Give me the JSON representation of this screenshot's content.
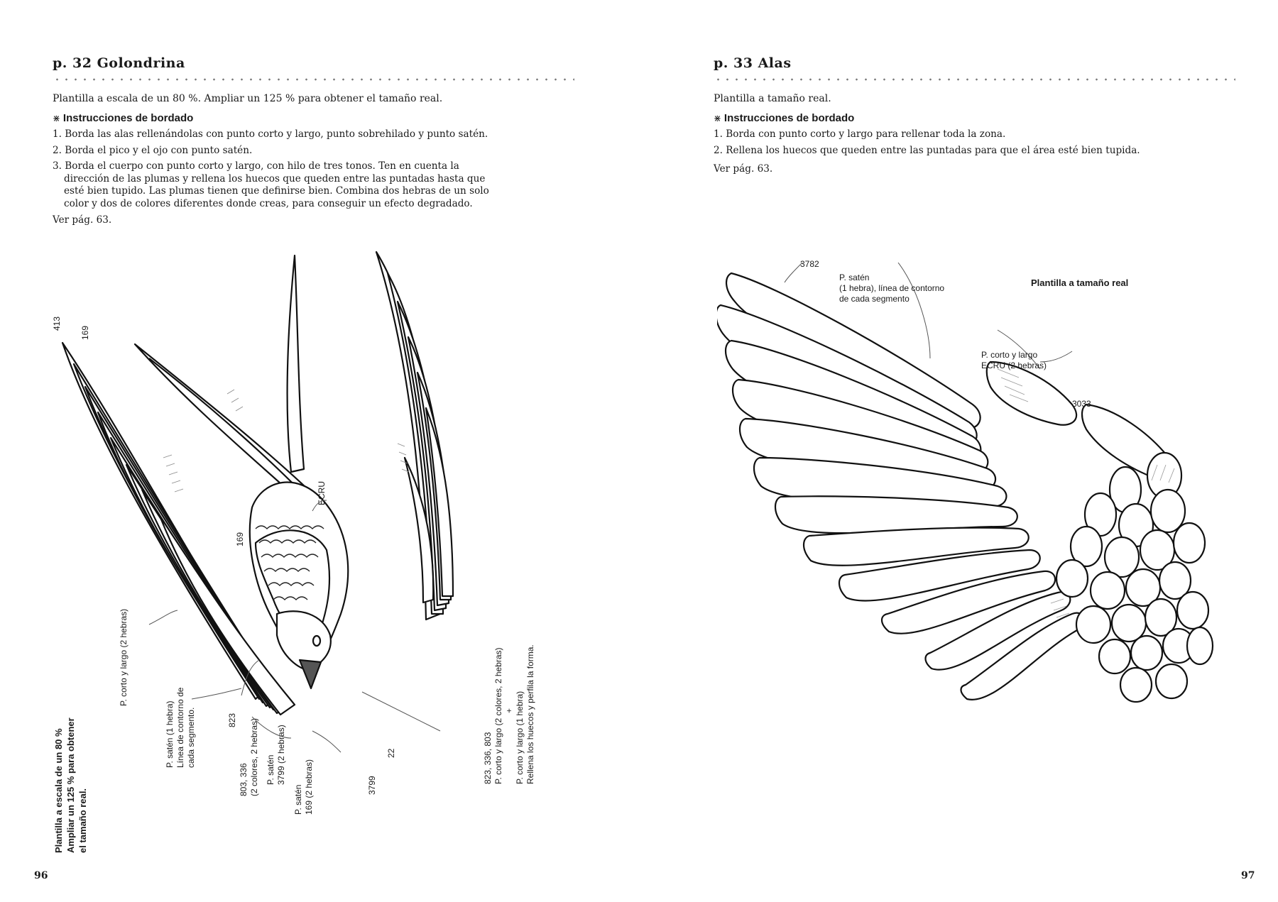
{
  "left": {
    "title": "p. 32  Golondrina",
    "intro": "Plantilla a escala de un 80 %. Ampliar un 125 % para obtener el tamaño real.",
    "instructions_heading": "Instrucciones de bordado",
    "steps": [
      "1. Borda las alas rellenándolas con punto corto y largo, punto sobrehilado y punto satén.",
      "2. Borda el pico y el ojo con punto satén.",
      "3. Borda el cuerpo con punto corto y largo, con hilo de tres tonos. Ten en cuenta la dirección de las plumas y rellena los huecos que queden entre las puntadas hasta que esté bien tupido. Las plumas tienen que definirse bien. Combina dos hebras de un solo color y dos de colores diferentes donde creas, para conseguir un efecto degradado."
    ],
    "see": "Ver pág. 63.",
    "page_number": "96",
    "labels": {
      "c413": "413",
      "c169_top": "169",
      "ecru": "ECRU",
      "c169_mid": "169",
      "corto_largo": "P. corto y largo (2 hebras)",
      "saten_line1": "P. satén (1 hebra)",
      "saten_line2": "Línea de contorno de",
      "saten_line3": "cada segmento.",
      "c823": "823",
      "mix_line1": "803, 336",
      "mix_line2": "(2 colores, 2 hebras)",
      "saten3799_line1": "P. satén",
      "saten3799_line2": "3799 (2 hebras)",
      "saten169_line1": "P. satén",
      "saten169_line2": "169 (2 hebras)",
      "c3799": "3799",
      "c22": "22",
      "right_line1": "823, 336, 803",
      "right_line2": "P. corto y largo (2 colores, 2 hebras)",
      "right_line3": "+",
      "right_line4": "P. corto y largo (1 hebra)",
      "right_line5": "Rellena los huecos y perfila la forma.",
      "scale_line1": "Plantilla a escala de un 80 %",
      "scale_line2": "Ampliar un 125 % para obtener",
      "scale_line3": "el tamaño real."
    }
  },
  "right": {
    "title": "p. 33  Alas",
    "intro": "Plantilla a tamaño real.",
    "instructions_heading": "Instrucciones de bordado",
    "steps": [
      "1. Borda con punto corto y largo para rellenar toda la zona.",
      "2. Rellena los huecos que queden entre las puntadas para que el área esté bien tupida."
    ],
    "see": "Ver pág. 63.",
    "page_number": "97",
    "labels": {
      "c3782": "3782",
      "saten_line1": "P. satén",
      "saten_line2": "(1 hebra), línea de contorno",
      "saten_line3": "de cada segmento",
      "real_size": "Plantilla a tamaño real",
      "corto_line1": "P. corto y largo",
      "corto_line2": "ECRU (2 hebras)",
      "c3033": "3033"
    }
  },
  "icons": {
    "instructions": "asterisk-box-icon",
    "swallow": "swallow-illustration",
    "wing": "wing-illustration"
  }
}
